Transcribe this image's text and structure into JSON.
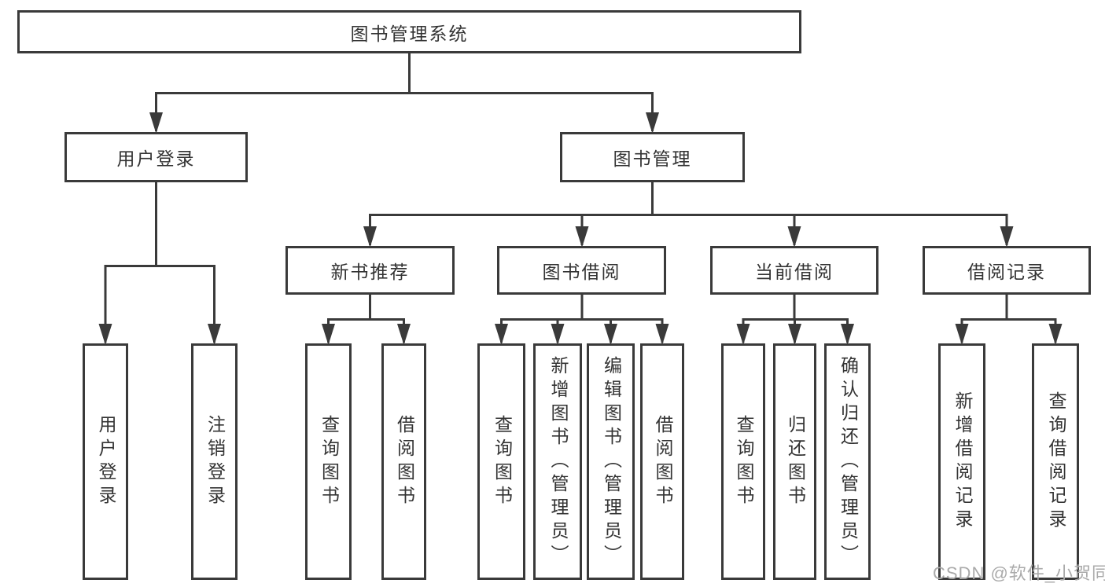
{
  "diagram_type": "hierarchy-tree",
  "colors": {
    "line": "#3a3a3a",
    "box_border": "#3a3a3a",
    "text": "#333333",
    "background": "#ffffff",
    "watermark": "#aaaaaa"
  },
  "tree": {
    "root": "图书管理系统",
    "branches": [
      {
        "label": "用户登录",
        "children": [
          "用户登录",
          "注销登录"
        ]
      },
      {
        "label": "图书管理",
        "children": [
          {
            "label": "新书推荐",
            "children": [
              "查询图书",
              "借阅图书"
            ]
          },
          {
            "label": "图书借阅",
            "children": [
              "查询图书",
              "新增图书（管理员）",
              "编辑图书（管理员）",
              "借阅图书"
            ]
          },
          {
            "label": "当前借阅",
            "children": [
              "查询图书",
              "归还图书",
              "确认归还（管理员）"
            ]
          },
          {
            "label": "借阅记录",
            "children": [
              "新增借阅记录",
              "查询借阅记录"
            ]
          }
        ]
      }
    ]
  },
  "watermark": "CSDN @软件_小贺同学"
}
